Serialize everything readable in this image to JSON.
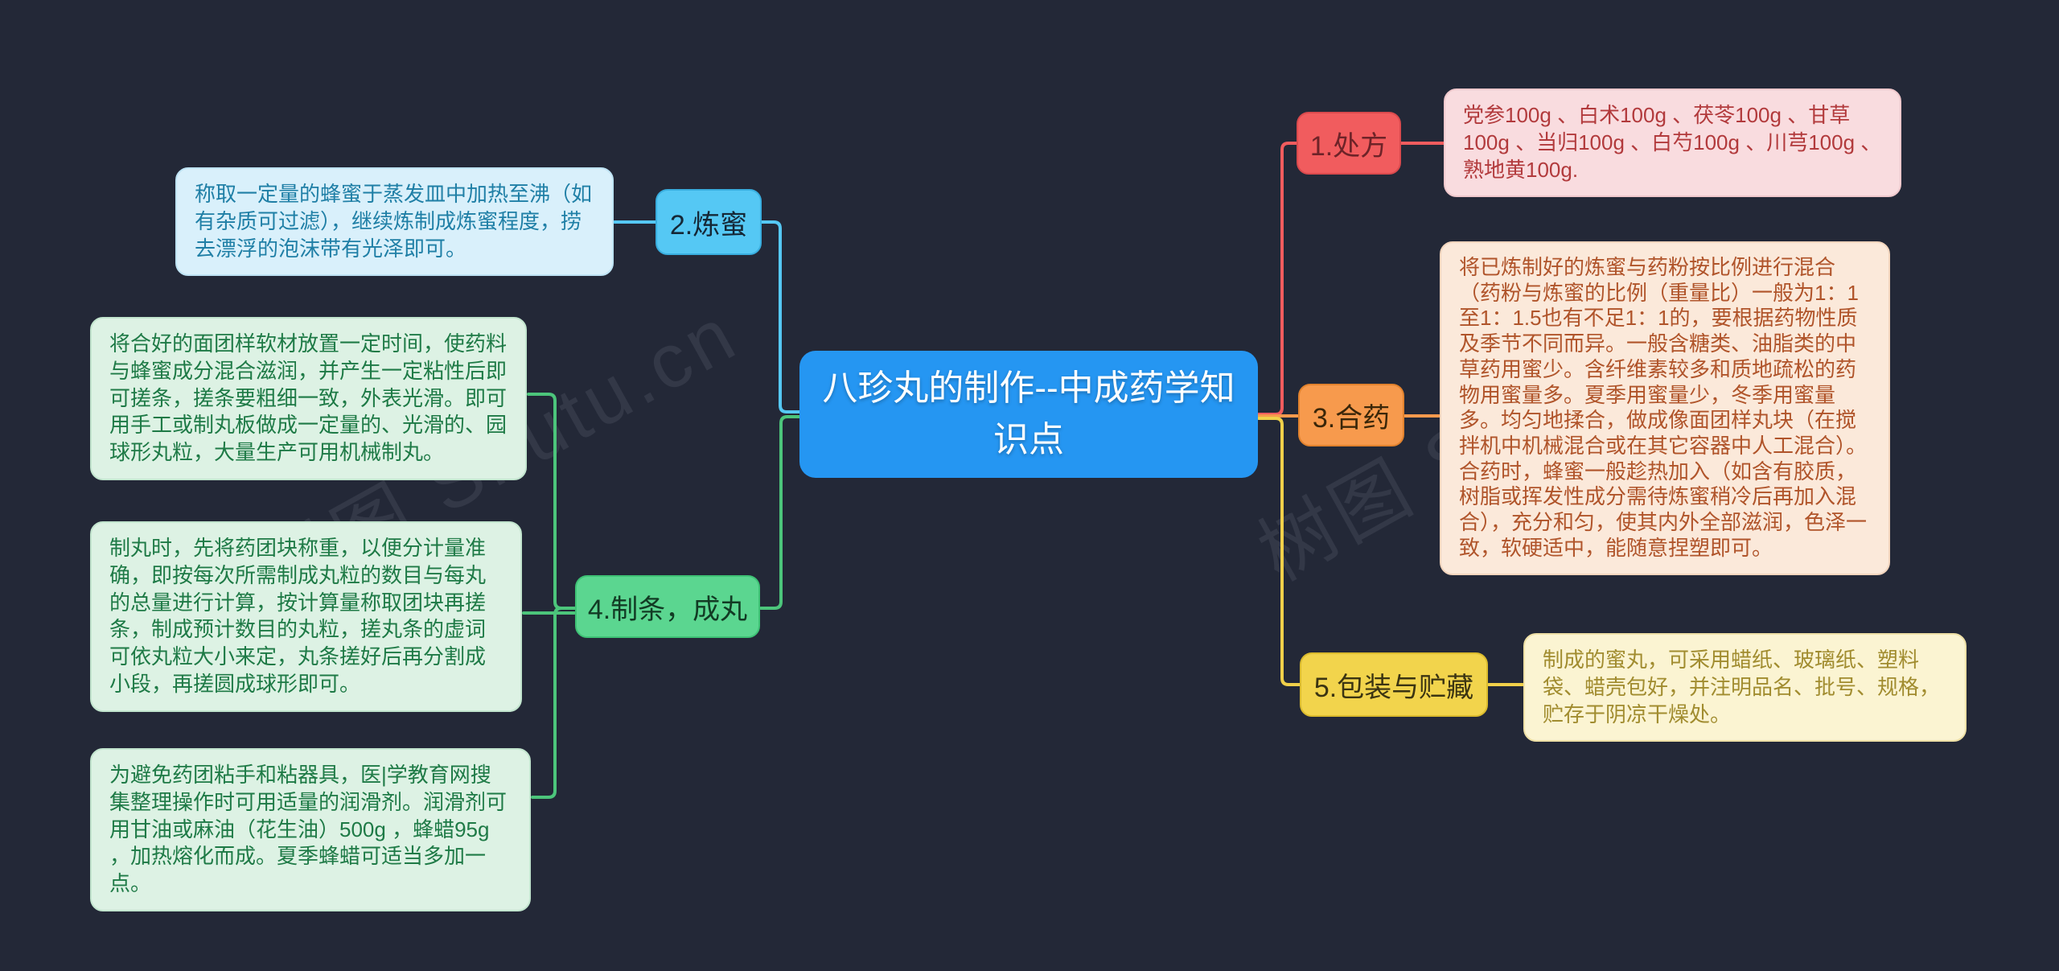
{
  "title": "八珍丸的制作--中成药学知识点",
  "watermark": {
    "text": "树图 Shutu.cn",
    "short": "树图"
  },
  "colors": {
    "background": "#232837",
    "center_node": "#2596F2",
    "branch_red": "#F15C5E",
    "branch_cyan": "#55C8F4",
    "branch_orange": "#F79A4D",
    "branch_green": "#5BD690",
    "branch_yellow": "#F2D44C"
  },
  "branches": [
    {
      "label": "1.处方",
      "notes": [
        "党参100g 、白术100g 、茯苓100g 、甘草100g 、当归100g 、白芍100g 、川芎100g 、熟地黄100g."
      ]
    },
    {
      "label": "2.炼蜜",
      "notes": [
        "称取一定量的蜂蜜于蒸发皿中加热至沸（如有杂质可过滤），继续炼制成炼蜜程度，捞去漂浮的泡沫带有光泽即可。"
      ]
    },
    {
      "label": "3.合药",
      "notes": [
        "将已炼制好的炼蜜与药粉按比例进行混合（药粉与炼蜜的比例（重量比）一般为1：1至1：1.5也有不足1：1的，要根据药物性质及季节不同而异。一般含糖类、油脂类的中草药用蜜少。含纤维素较多和质地疏松的药物用蜜量多。夏季用蜜量少，冬季用蜜量多。均匀地揉合，做成像面团样丸块（在搅拌机中机械混合或在其它容器中人工混合）。合药时，蜂蜜一般趁热加入（如含有胶质，树脂或挥发性成分需待炼蜜稍冷后再加入混合），充分和匀，使其内外全部滋润，色泽一致，软硬适中，能随意捏塑即可。"
      ]
    },
    {
      "label": "4.制条，成丸",
      "notes": [
        "将合好的面团样软材放置一定时间，使药料与蜂蜜成分混合滋润，并产生一定粘性后即可搓条，搓条要粗细一致，外表光滑。即可用手工或制丸板做成一定量的、光滑的、园球形丸粒，大量生产可用机械制丸。",
        "制丸时，先将药团块称重，以便分计量准确，即按每次所需制成丸粒的数目与每丸的总量进行计算，按计算量称取团块再搓条，制成预计数目的丸粒，搓丸条的虚词可依丸粒大小来定，丸条搓好后再分割成小段，再搓圆成球形即可。",
        "为避免药团粘手和粘器具，医|学教育网搜集整理操作时可用适量的润滑剂。润滑剂可用甘油或麻油（花生油）500g ，蜂蜡95g ，加热熔化而成。夏季蜂蜡可适当多加一点。"
      ]
    },
    {
      "label": "5.包装与贮藏",
      "notes": [
        "制成的蜜丸，可采用蜡纸、玻璃纸、塑料袋、蜡壳包好，并注明品名、批号、规格，贮存于阴凉干燥处。"
      ]
    }
  ]
}
